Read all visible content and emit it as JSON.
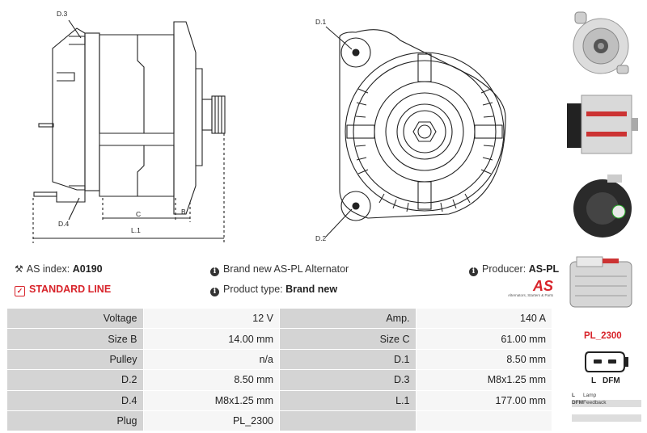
{
  "drawing_labels": {
    "side": {
      "d3": "D.3",
      "d4": "D.4",
      "c": "C",
      "b": "B",
      "l1": "L.1"
    },
    "front": {
      "d1": "D.1",
      "d2": "D.2"
    }
  },
  "photos": [
    {
      "name": "front-photo"
    },
    {
      "name": "side-photo"
    },
    {
      "name": "rear-photo"
    },
    {
      "name": "plug-photo"
    }
  ],
  "info": {
    "as_index_label": "AS index:",
    "as_index_value": "A0190",
    "brand_text": "Brand new AS-PL Alternator",
    "producer_label": "Producer:",
    "producer_value": "AS-PL",
    "standard_line": "STANDARD LINE",
    "product_type_label": "Product type:",
    "product_type_value": "Brand new"
  },
  "logo": {
    "text": "AS",
    "tagline": "Alternators, Starters & Parts"
  },
  "specs": {
    "rows": [
      {
        "k1": "Voltage",
        "v1": "12 V",
        "k2": "Amp.",
        "v2": "140 A"
      },
      {
        "k1": "Size B",
        "v1": "14.00 mm",
        "k2": "Size C",
        "v2": "61.00 mm"
      },
      {
        "k1": "Pulley",
        "v1": "n/a",
        "k2": "D.1",
        "v2": "8.50 mm"
      },
      {
        "k1": "D.2",
        "v1": "8.50 mm",
        "k2": "D.3",
        "v2": "M8x1.25 mm"
      },
      {
        "k1": "D.4",
        "v1": "M8x1.25 mm",
        "k2": "L.1",
        "v2": "177.00 mm"
      },
      {
        "k1": "Plug",
        "v1": "PL_2300",
        "k2": "",
        "v2": ""
      }
    ]
  },
  "plug": {
    "name": "PL_2300",
    "pin_l": "L",
    "pin_dfm": "DFM",
    "legend": [
      {
        "code": "L",
        "desc": "Lamp"
      },
      {
        "code": "DFM",
        "desc": "Feedback"
      },
      {
        "code": "",
        "desc": ""
      },
      {
        "code": "",
        "desc": ""
      }
    ]
  },
  "colors": {
    "accent": "#d8232a",
    "key_bg": "#d4d4d4",
    "val_bg": "#f6f6f6"
  }
}
